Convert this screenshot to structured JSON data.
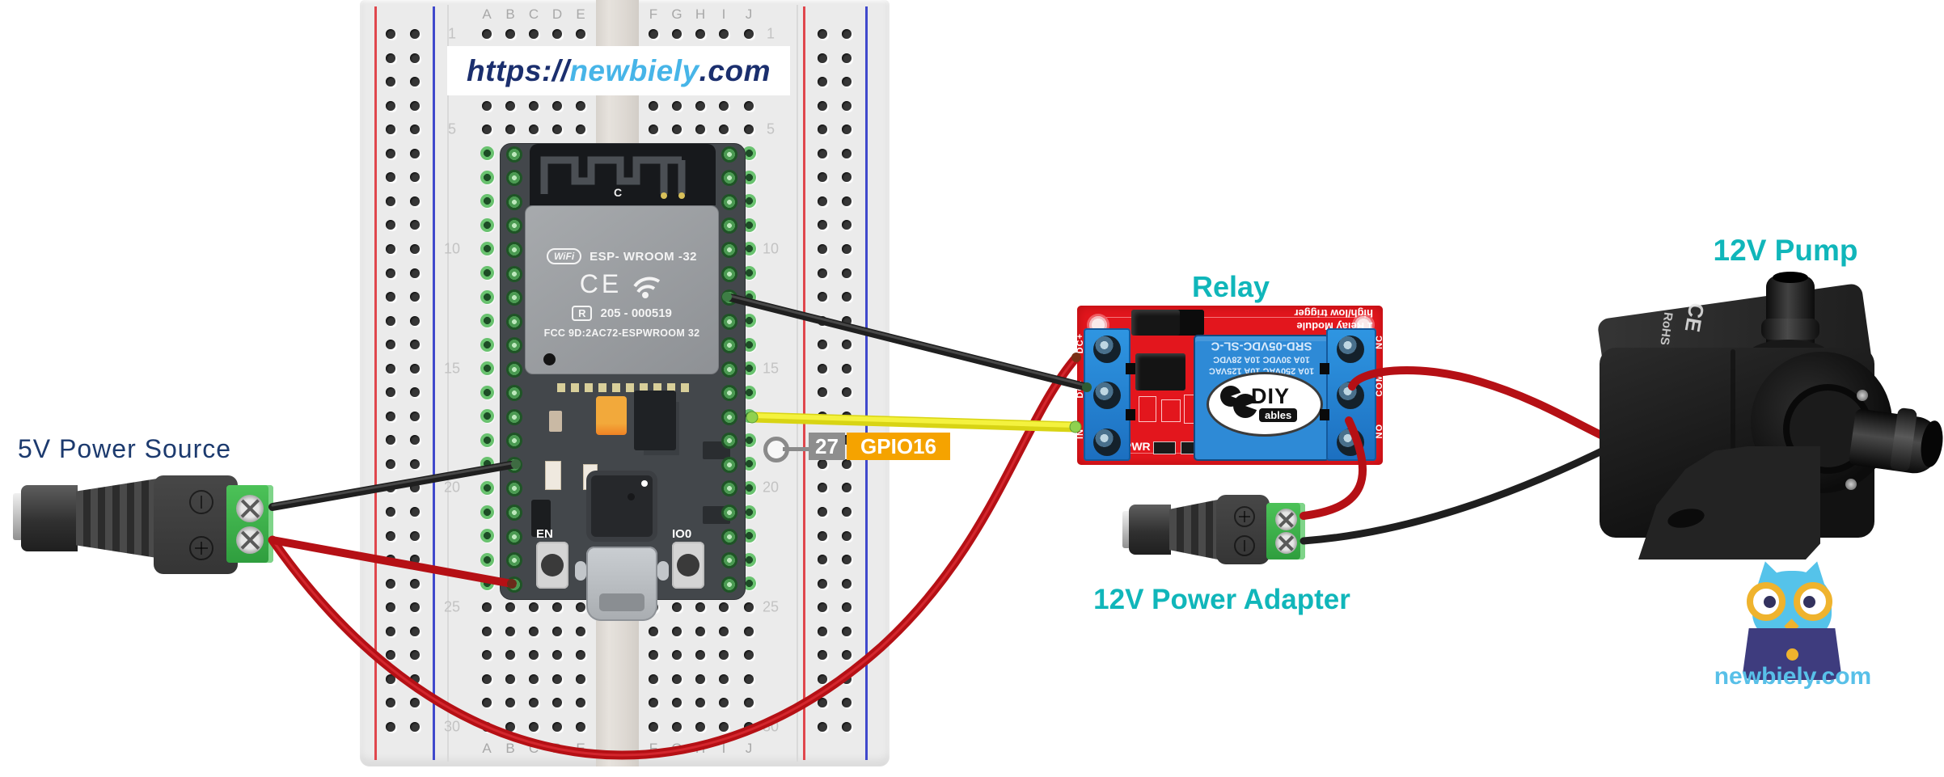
{
  "banner": {
    "url_prefix": "https://",
    "url_brand": "newbiely",
    "url_suffix": ".com"
  },
  "breadboard": {
    "column_letters_left": [
      "A",
      "B",
      "C",
      "D",
      "E"
    ],
    "column_letters_right": [
      "F",
      "G",
      "H",
      "I",
      "J"
    ],
    "row_numbers": [
      1,
      5,
      10,
      15,
      20,
      25,
      30
    ],
    "rows_total": 30
  },
  "esp32": {
    "label_c": "C",
    "wifi_logo": "WiFi",
    "title": "ESP- WROOM -32",
    "ce_mark": "CE",
    "cert_prefix": "R",
    "cert_number": "205 - 000519",
    "fcc_id": "FCC 9D:2AC72-ESPWROOM 32",
    "button_en": "EN",
    "button_io0": "IO0"
  },
  "pin_annotation": {
    "pin_number": "27",
    "gpio_label": "GPIO16",
    "number_bg": "#8e8e8e",
    "gpio_bg": "#f5a300"
  },
  "labels": {
    "power_source_5v": "5V Power Source",
    "relay": "Relay",
    "pump_12v": "12V Pump",
    "power_adapter_12v": "12V Power Adapter",
    "accent_teal": "#10b6ba",
    "navy": "#1c3a6e"
  },
  "relay_module": {
    "header_line1": "1 Relay Module",
    "header_line2": "high/low trigger",
    "relay_line1": "SRD-05VDC-SL-C",
    "relay_line2": "10A 30VDC 10A 28VDC",
    "relay_line3": "10A 250VAC 10A 125VAC",
    "logo_line1": "DIY",
    "logo_line2": "ables",
    "left_terminals": [
      "DC+",
      "DC-",
      "IN"
    ],
    "right_terminals": [
      "NC",
      "COM",
      "NO"
    ],
    "pwr_label": "PWR"
  },
  "pump": {
    "cert_ce": "CE",
    "cert_rohs": "RoHS"
  },
  "watermark": {
    "site": "newbiely.com"
  },
  "wires": [
    {
      "name": "5v-minus-to-esp32-gnd",
      "color": "#1f1f1f"
    },
    {
      "name": "5v-plus-to-esp32-vin",
      "color": "#b51015"
    },
    {
      "name": "5v-plus-to-relay-dcplus",
      "color": "#b51015"
    },
    {
      "name": "esp32-gnd-to-relay-dcminus",
      "color": "#1f1f1f"
    },
    {
      "name": "esp32-gpio16-to-relay-in",
      "color": "#d8d414"
    },
    {
      "name": "relay-com-to-pump",
      "color": "#b51015"
    },
    {
      "name": "relay-no-to-adapter-plus",
      "color": "#b51015"
    },
    {
      "name": "adapter-minus-to-pump",
      "color": "#1f1f1f"
    }
  ]
}
